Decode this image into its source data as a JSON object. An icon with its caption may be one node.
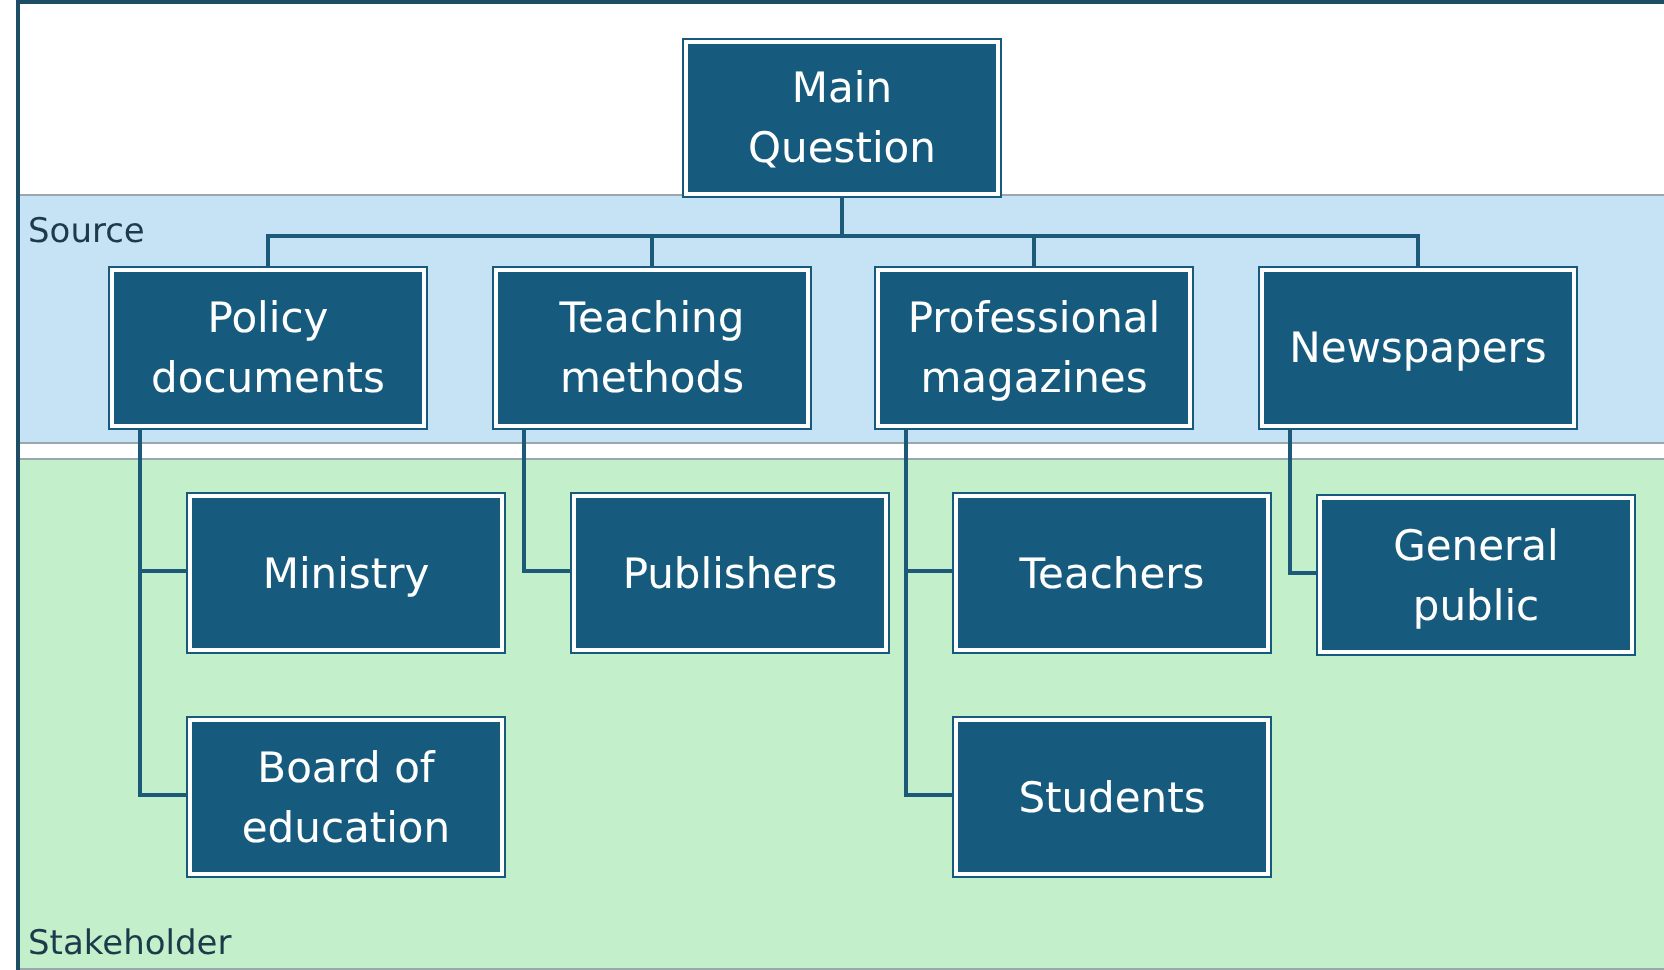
{
  "diagram": {
    "nodes": [
      {
        "text": [
          "Main Question"
        ]
      },
      {
        "text": [
          "Source"
        ]
      },
      {
        "text": [
          "Policy documents"
        ],
        "in": 1
      },
      {
        "text": [
          "Teaching methods"
        ],
        "in": 1
      },
      {
        "text": [
          "Professional magazines"
        ],
        "in": 1
      },
      {
        "text": [
          "Newspapers"
        ],
        "in": 1
      },
      {
        "text": [
          "Stakeholder"
        ]
      },
      {
        "text": [
          "Ministry"
        ],
        "in": 6
      },
      {
        "text": [
          "Board of education"
        ],
        "in": 6
      },
      {
        "text": [
          "Publishers"
        ],
        "in": 6
      },
      {
        "text": [
          "Teachers"
        ],
        "in": 6
      },
      {
        "text": [
          "Students"
        ],
        "in": 6
      },
      {
        "text": [
          "General public"
        ],
        "in": 6
      }
    ],
    "edges": [
      {
        "from": 0,
        "to": 2,
        "arrow": "none"
      },
      {
        "from": 0,
        "to": 3,
        "arrow": "none"
      },
      {
        "from": 0,
        "to": 4,
        "arrow": "none"
      },
      {
        "from": 0,
        "to": 5,
        "arrow": "none"
      },
      {
        "from": 2,
        "to": 7,
        "arrow": "none"
      },
      {
        "from": 2,
        "to": 8,
        "arrow": "none"
      },
      {
        "from": 3,
        "to": 9,
        "arrow": "none"
      },
      {
        "from": 4,
        "to": 10,
        "arrow": "none"
      },
      {
        "from": 4,
        "to": 11,
        "arrow": "none"
      },
      {
        "from": 5,
        "to": 12,
        "arrow": "none"
      }
    ]
  }
}
